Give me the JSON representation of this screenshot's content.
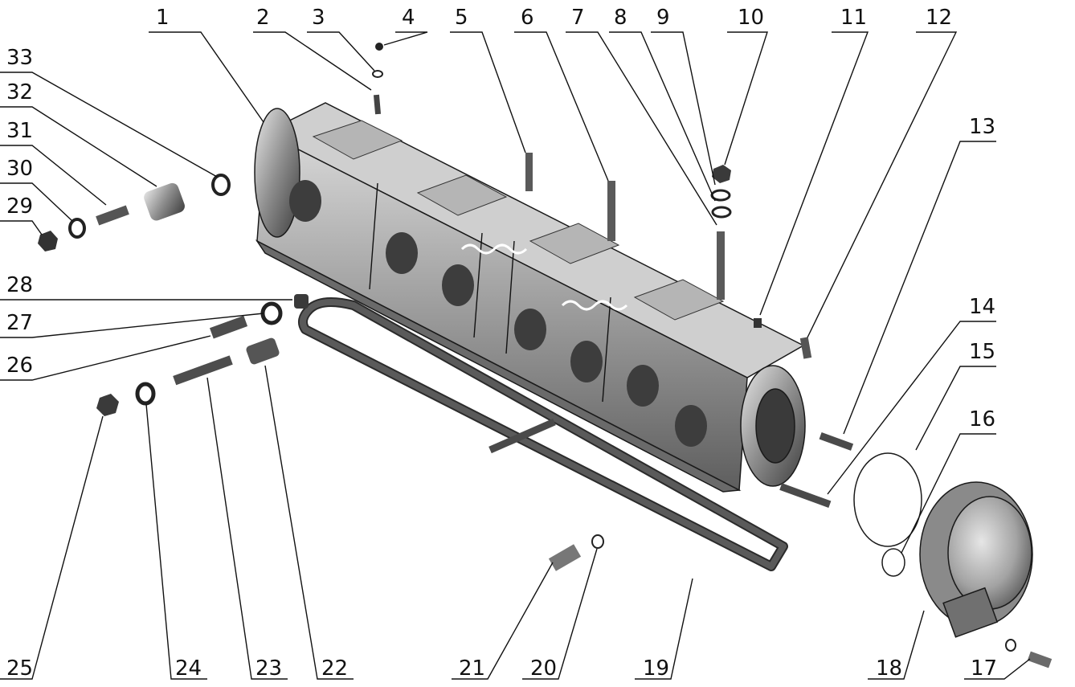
{
  "labels": [
    "1",
    "2",
    "3",
    "4",
    "5",
    "6",
    "7",
    "8",
    "9",
    "10",
    "11",
    "12",
    "13",
    "14",
    "15",
    "16",
    "17",
    "18",
    "19",
    "20",
    "21",
    "22",
    "23",
    "24",
    "25",
    "26",
    "27",
    "28",
    "29",
    "30",
    "31",
    "32",
    "33"
  ]
}
